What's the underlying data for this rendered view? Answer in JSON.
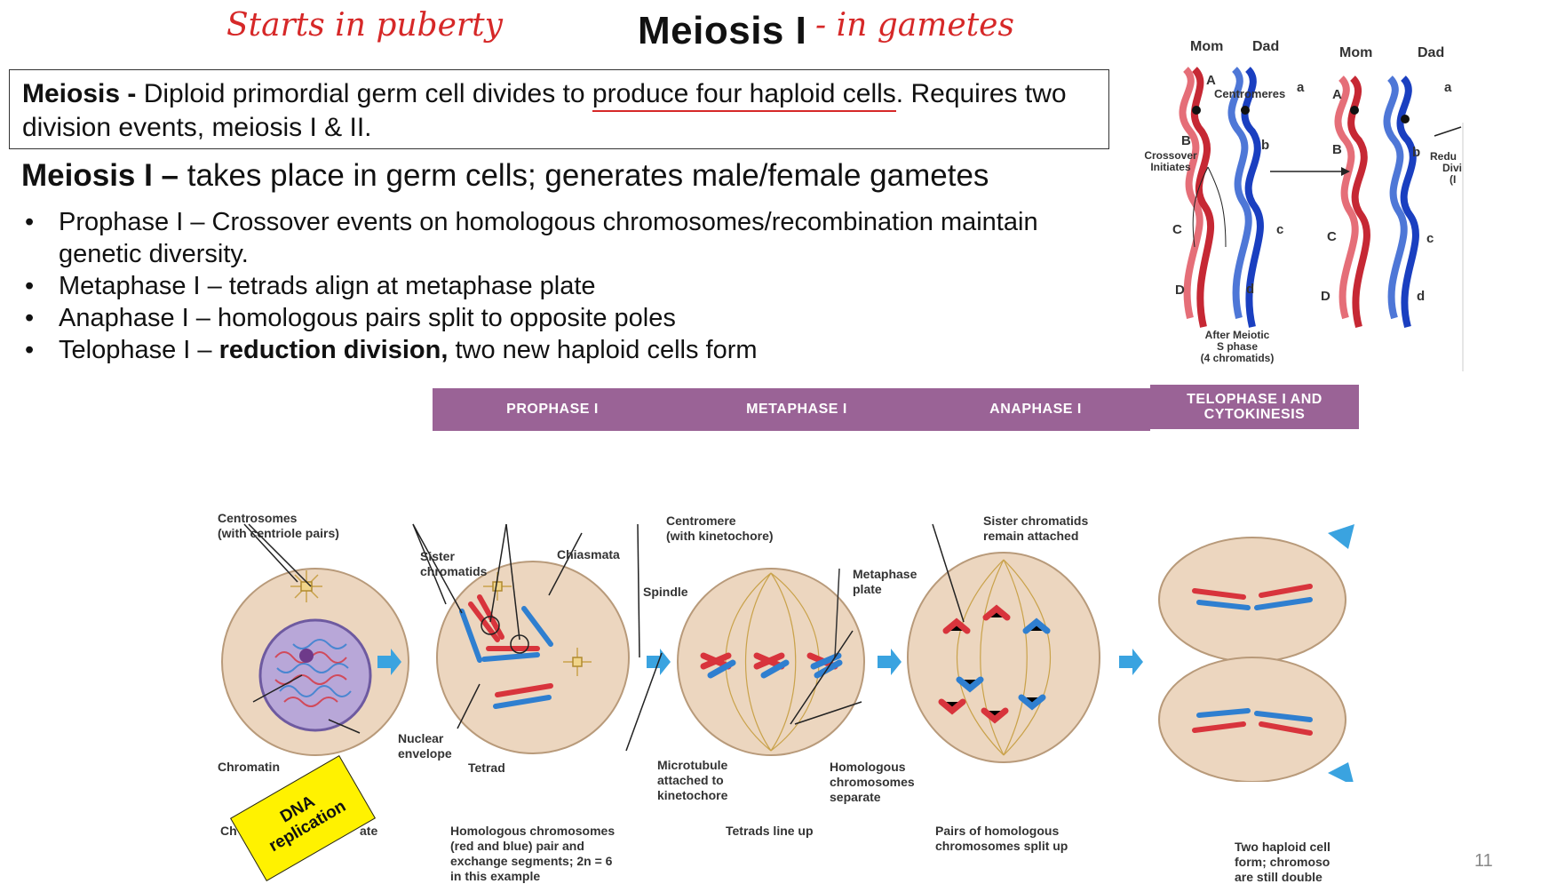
{
  "annotations": {
    "left": "Starts in puberty",
    "right": "- in gametes"
  },
  "title": "Meiosis I",
  "definition": {
    "term": "Meiosis -",
    "text_before": " Diploid primordial germ cell divides to ",
    "underlined": "produce four haploid cells",
    "text_after": ". Requires two division events, meiosis I & II."
  },
  "heading": {
    "term": "Meiosis I –",
    "text": " takes place in germ cells; generates male/female gametes"
  },
  "bullets": [
    {
      "text": "Prophase I – Crossover events on homologous chromosomes/recombination maintain genetic diversity."
    },
    {
      "text": "Metaphase I – tetrads align at metaphase plate"
    },
    {
      "text": "Anaphase I – homologous pairs split to opposite poles"
    },
    {
      "text_before": "Telophase I – ",
      "bold": "reduction division,",
      "text_after": " two new haploid cells form"
    }
  ],
  "bullet_glyph": "•",
  "crossover_figure": {
    "mom": "Mom",
    "dad": "Dad",
    "centromeres": "Centromeres",
    "crossover_initiates": "Crossover Initiates",
    "after_sphase": [
      "After Meiotic",
      "S phase",
      "(4 chromatids)"
    ],
    "reduction_partial": [
      "Redu",
      "Divi",
      "(I"
    ],
    "letters_upper": [
      "A",
      "B",
      "C",
      "D"
    ],
    "letters_lower": [
      "a",
      "b",
      "c",
      "d"
    ]
  },
  "phases": [
    "PROPHASE I",
    "METAPHASE I",
    "ANAPHASE I",
    "TELOPHASE I AND CYTOKINESIS"
  ],
  "figure_labels": {
    "centrosomes": [
      "Centrosomes",
      "(with centriole pairs)"
    ],
    "chromatin": "Chromatin",
    "nuclear_envelope": [
      "Nuclear",
      "envelope"
    ],
    "sister_chromatids": [
      "Sister",
      "chromatids"
    ],
    "chiasmata": "Chiasmata",
    "spindle": "Spindle",
    "tetrad": "Tetrad",
    "centromere": [
      "Centromere",
      "(with kinetochore)"
    ],
    "metaphase_plate": [
      "Metaphase",
      "plate"
    ],
    "microtubule": [
      "Microtubule",
      "attached to",
      "kinetochore"
    ],
    "sister_remain": [
      "Sister chromatids",
      "remain attached"
    ],
    "homologous_separate": [
      "Homologous",
      "chromosomes",
      "separate"
    ]
  },
  "captions": {
    "c1_partial": "Ch",
    "c1_partial_end": "ate",
    "c2": [
      "Homologous chromosomes",
      "(red and blue) pair and",
      "exchange segments; 2n = 6",
      "in this example"
    ],
    "c3": "Tetrads line up",
    "c4": [
      "Pairs of homologous",
      "chromosomes split up"
    ],
    "c5": [
      "Two haploid cell",
      "form; chromoso",
      "are still double"
    ]
  },
  "sticker": [
    "DNA",
    "replication"
  ],
  "page_number": "11",
  "colors": {
    "phase_bar": "#9a6396",
    "red_chromosome": "#d8343c",
    "blue_chromosome": "#2f7fd0",
    "cell_fill": "#ecd6bf",
    "arrow": "#3aa3e0",
    "sticker": "#fff200",
    "annotation": "#d62828"
  }
}
